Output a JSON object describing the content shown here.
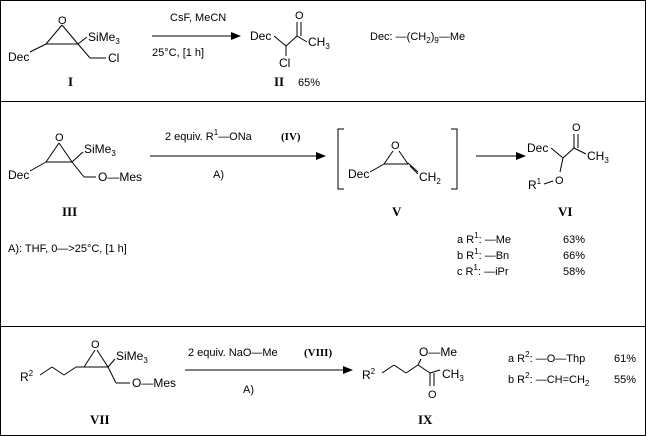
{
  "row1": {
    "reagents": "CsF,  MeCN",
    "conditions": "25°C,  [1 h]",
    "reactant": {
      "dec": "Dec",
      "si": "SiMe",
      "si_sub": "3",
      "cl": "Cl",
      "number": "I"
    },
    "product": {
      "dec": "Dec",
      "ch3": "CH",
      "ch3_sub": "3",
      "cl": "Cl",
      "o": "O",
      "number": "II",
      "yield": "65%"
    },
    "dec_def": {
      "label": "Dec:  —(CH",
      "sub": "2",
      "tail": ")",
      "sub2": "9",
      "end": "—Me"
    }
  },
  "row2": {
    "reagent": {
      "pre": "2 equiv.  R",
      "sup": "1",
      "mid": "—ONa",
      "label": "(IV)"
    },
    "conditions_ref": "A)",
    "reactant": {
      "dec": "Dec",
      "si": "SiMe",
      "si_sub": "3",
      "omes": "O—Mes",
      "number": "III"
    },
    "intermediate": {
      "dec": "Dec",
      "o": "O",
      "ch2": "CH",
      "ch2_sub": "2",
      "number": "V"
    },
    "product": {
      "dec": "Dec",
      "o_keto": "O",
      "ch3": "CH",
      "ch3_sub": "3",
      "r1": "R",
      "r1_sup": "1",
      "o_ether": "O",
      "number": "VI"
    },
    "conditions_def": "A):  THF,    0—>25°C, [1 h]",
    "variants": [
      {
        "prefix": "a R",
        "sup": "1",
        "group": ": —Me",
        "yield": "63%"
      },
      {
        "prefix": "b R",
        "sup": "1",
        "group": ": —Bn",
        "yield": "66%"
      },
      {
        "prefix": "c R",
        "sup": "1",
        "group": ": —iPr",
        "yield": "58%"
      }
    ]
  },
  "row3": {
    "reagent": {
      "text": "2 equiv.  NaO—Me",
      "label": "(VIII)"
    },
    "conditions_ref": "A)",
    "reactant": {
      "r2": "R",
      "r2_sup": "2",
      "si": "SiMe",
      "si_sub": "3",
      "omes": "O—Mes",
      "number": "VII"
    },
    "product": {
      "r2": "R",
      "r2_sup": "2",
      "ome": "O—Me",
      "ch3": "CH",
      "ch3_sub": "3",
      "o": "O",
      "number": "IX"
    },
    "variants": [
      {
        "prefix": "a R",
        "sup": "2",
        "group": ": —O—Thp",
        "yield": "61%"
      },
      {
        "prefix": "b R",
        "sup": "2",
        "group": ": —CH=CH",
        "sub": "2",
        "yield": "55%"
      }
    ]
  }
}
